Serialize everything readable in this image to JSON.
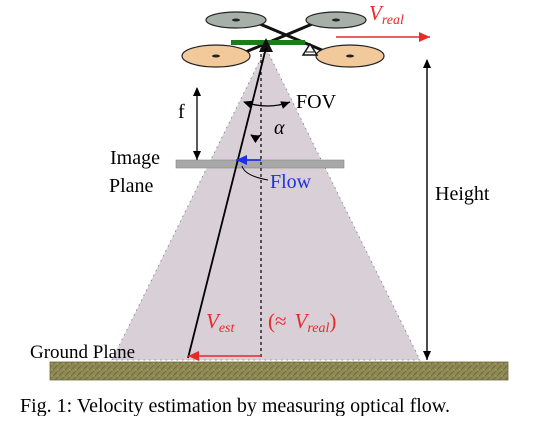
{
  "labels": {
    "v_real_symbol": "V",
    "v_real_subscript": "real",
    "f": "f",
    "fov": "FOV",
    "alpha": "α",
    "image_plane_line1": "Image",
    "image_plane_line2": "Plane",
    "flow": "Flow",
    "height": "Height",
    "v_est_symbol": "V",
    "v_est_subscript": "est",
    "approx_open": "(≈",
    "approx_v": "V",
    "approx_subscript": "real",
    "approx_close": ")",
    "ground_plane": "Ground Plane"
  },
  "caption": "Fig. 1: Velocity estimation by measuring optical flow.",
  "colors": {
    "accent_red": "#e8292a",
    "flow_blue": "#1f2ee8",
    "cone_fill": "#d9cfd6",
    "propeller_orange": "#f2c99a",
    "propeller_gray": "#a7b0a8",
    "drone_arm_green": "#1e7a1e",
    "ground": "#8f8a55"
  }
}
